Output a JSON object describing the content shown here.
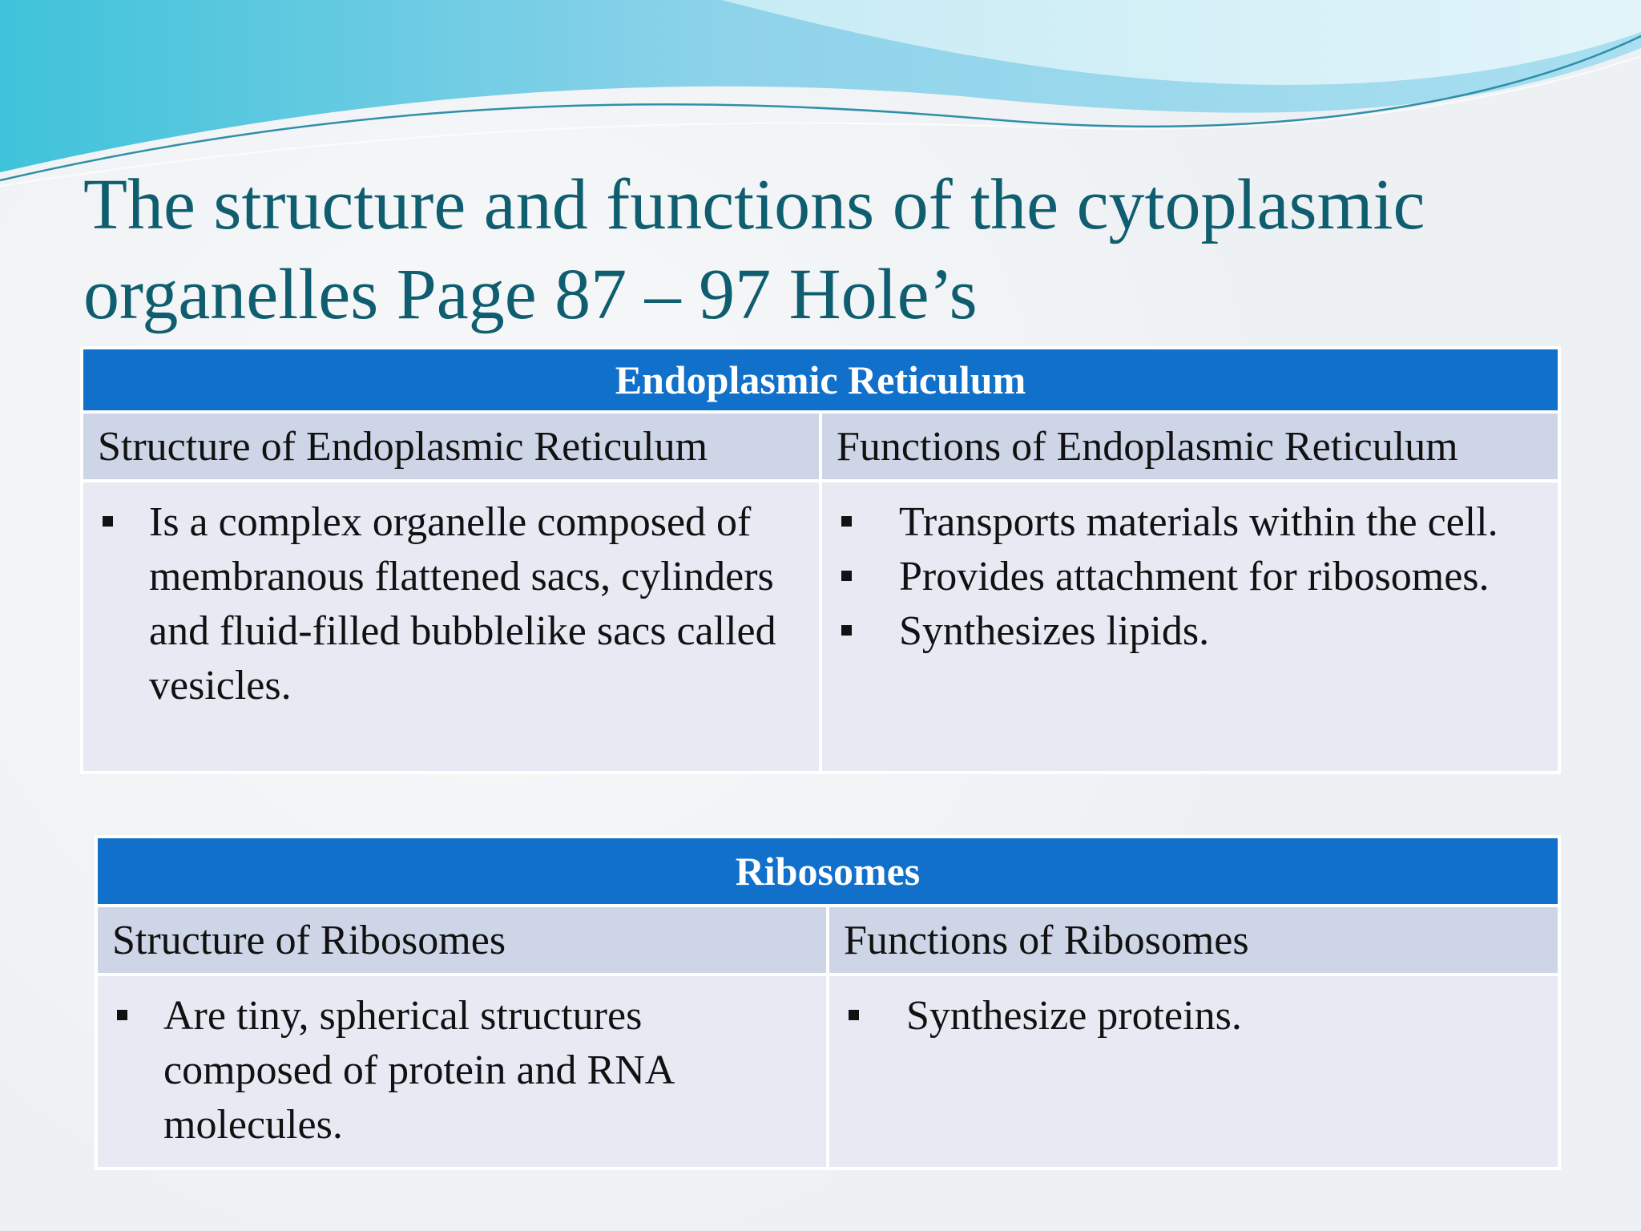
{
  "slide": {
    "title": "The structure and functions of the cytoplasmic organelles Page 87 – 97 Hole’s"
  },
  "tables": {
    "er": {
      "header": "Endoplasmic Reticulum",
      "structure_heading": "Structure of Endoplasmic Reticulum",
      "functions_heading": "Functions of Endoplasmic Reticulum",
      "structure_items": [
        "Is a complex organelle composed of membranous flattened sacs, cylinders and fluid-filled bubblelike sacs called vesicles."
      ],
      "function_items": [
        "Transports materials within the cell.",
        "Provides attachment for ribosomes.",
        "Synthesizes lipids."
      ]
    },
    "ribosomes": {
      "header": "Ribosomes",
      "structure_heading": "Structure of Ribosomes",
      "functions_heading": "Functions of Ribosomes",
      "structure_items": [
        "Are tiny, spherical structures composed of protein and RNA molecules."
      ],
      "function_items": [
        "Synthesize proteins."
      ]
    }
  },
  "colors": {
    "title": "#0f5e6f",
    "header_fill": "#1170c9",
    "subheader_fill": "#cdd5e6",
    "body_fill": "#e7eaf3",
    "wave_light": "#b7e6f0",
    "wave_dark": "#3fbfd8"
  }
}
